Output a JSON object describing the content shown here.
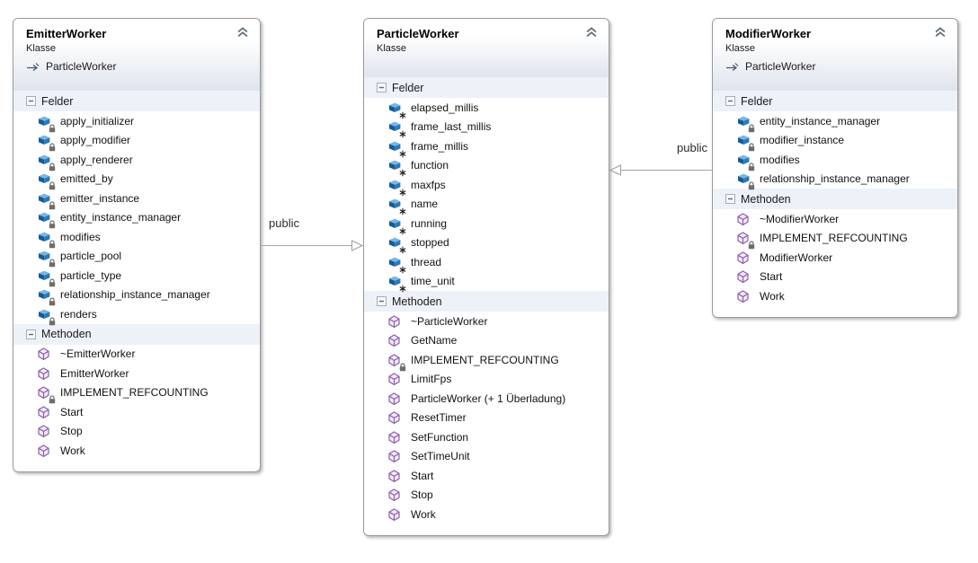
{
  "colors": {
    "field_icon_blue": "#0d5d9e",
    "method_icon_purple": "#8f5fae",
    "connector_gray": "#a6a6a6",
    "compartment_band": "#edf1f8"
  },
  "classes": [
    {
      "title": "EmitterWorker",
      "kind": "Klasse",
      "base": "ParticleWorker",
      "collapse_icon": "chevron-up-icon",
      "base_icon": "inherits-arrow-icon",
      "sections": [
        {
          "label": "Felder",
          "icon": "field-icon",
          "collapse_icon": "minus-box-icon",
          "items": [
            {
              "name": "apply_initializer",
              "adorn": "lock"
            },
            {
              "name": "apply_modifier",
              "adorn": "lock"
            },
            {
              "name": "apply_renderer",
              "adorn": "lock"
            },
            {
              "name": "emitted_by",
              "adorn": "lock"
            },
            {
              "name": "emitter_instance",
              "adorn": "lock"
            },
            {
              "name": "entity_instance_manager",
              "adorn": "lock"
            },
            {
              "name": "modifies",
              "adorn": "lock"
            },
            {
              "name": "particle_pool",
              "adorn": "lock"
            },
            {
              "name": "particle_type",
              "adorn": "lock"
            },
            {
              "name": "relationship_instance_manager",
              "adorn": "lock"
            },
            {
              "name": "renders",
              "adorn": "lock"
            }
          ]
        },
        {
          "label": "Methoden",
          "icon": "method-icon",
          "collapse_icon": "minus-box-icon",
          "items": [
            {
              "name": "~EmitterWorker",
              "adorn": null
            },
            {
              "name": "EmitterWorker",
              "adorn": null
            },
            {
              "name": "IMPLEMENT_REFCOUNTING",
              "adorn": "lock"
            },
            {
              "name": "Start",
              "adorn": null
            },
            {
              "name": "Stop",
              "adorn": null
            },
            {
              "name": "Work",
              "adorn": null
            }
          ]
        }
      ]
    },
    {
      "title": "ParticleWorker",
      "kind": "Klasse",
      "base": null,
      "collapse_icon": "chevron-up-icon",
      "sections": [
        {
          "label": "Felder",
          "icon": "field-icon",
          "collapse_icon": "minus-box-icon",
          "items": [
            {
              "name": "elapsed_millis",
              "adorn": "star"
            },
            {
              "name": "frame_last_millis",
              "adorn": "star"
            },
            {
              "name": "frame_millis",
              "adorn": "star"
            },
            {
              "name": "function",
              "adorn": "star"
            },
            {
              "name": "maxfps",
              "adorn": "star"
            },
            {
              "name": "name",
              "adorn": "star"
            },
            {
              "name": "running",
              "adorn": "star"
            },
            {
              "name": "stopped",
              "adorn": "star"
            },
            {
              "name": "thread",
              "adorn": "star"
            },
            {
              "name": "time_unit",
              "adorn": "star"
            }
          ]
        },
        {
          "label": "Methoden",
          "icon": "method-icon",
          "collapse_icon": "minus-box-icon",
          "items": [
            {
              "name": "~ParticleWorker",
              "adorn": null
            },
            {
              "name": "GetName",
              "adorn": null
            },
            {
              "name": "IMPLEMENT_REFCOUNTING",
              "adorn": "lock"
            },
            {
              "name": "LimitFps",
              "adorn": null
            },
            {
              "name": "ParticleWorker (+ 1 Überladung)",
              "adorn": null
            },
            {
              "name": "ResetTimer",
              "adorn": null
            },
            {
              "name": "SetFunction",
              "adorn": null
            },
            {
              "name": "SetTimeUnit",
              "adorn": null
            },
            {
              "name": "Start",
              "adorn": null
            },
            {
              "name": "Stop",
              "adorn": null
            },
            {
              "name": "Work",
              "adorn": null
            }
          ]
        }
      ]
    },
    {
      "title": "ModifierWorker",
      "kind": "Klasse",
      "base": "ParticleWorker",
      "collapse_icon": "chevron-up-icon",
      "base_icon": "inherits-arrow-icon",
      "sections": [
        {
          "label": "Felder",
          "icon": "field-icon",
          "collapse_icon": "minus-box-icon",
          "items": [
            {
              "name": "entity_instance_manager",
              "adorn": "lock"
            },
            {
              "name": "modifier_instance",
              "adorn": "lock"
            },
            {
              "name": "modifies",
              "adorn": "lock"
            },
            {
              "name": "relationship_instance_manager",
              "adorn": "lock"
            }
          ]
        },
        {
          "label": "Methoden",
          "icon": "method-icon",
          "collapse_icon": "minus-box-icon",
          "items": [
            {
              "name": "~ModifierWorker",
              "adorn": null
            },
            {
              "name": "IMPLEMENT_REFCOUNTING",
              "adorn": "lock"
            },
            {
              "name": "ModifierWorker",
              "adorn": null
            },
            {
              "name": "Start",
              "adorn": null
            },
            {
              "name": "Work",
              "adorn": null
            }
          ]
        }
      ]
    }
  ],
  "connectors": [
    {
      "label": "public",
      "from": "EmitterWorker",
      "to": "ParticleWorker",
      "type": "inheritance"
    },
    {
      "label": "public",
      "from": "ModifierWorker",
      "to": "ParticleWorker",
      "type": "inheritance"
    }
  ]
}
